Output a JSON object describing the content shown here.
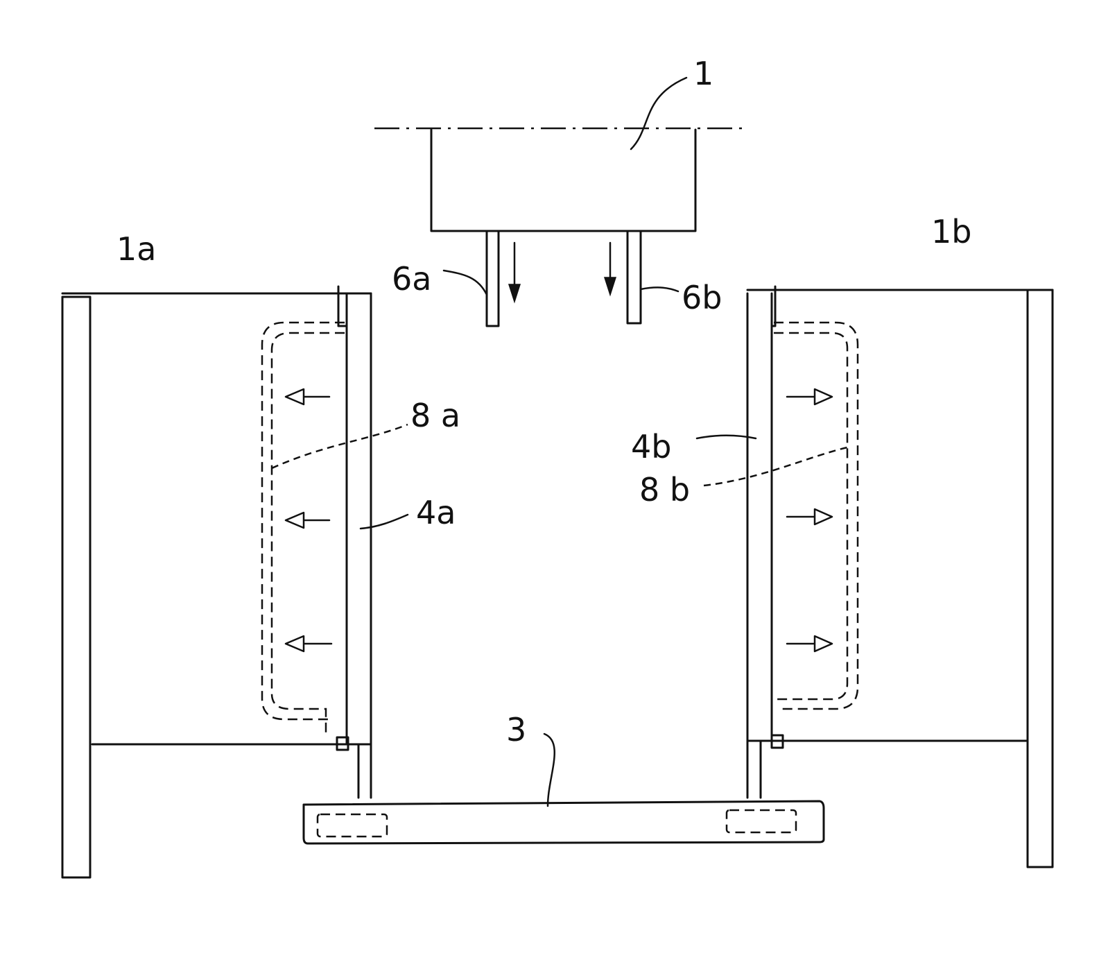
{
  "figure": {
    "labels": {
      "part_1": "1",
      "part_1a": "1a",
      "part_1b": "1b",
      "part_3": "3",
      "part_4a": "4a",
      "part_4b": "4b",
      "part_6a": "6a",
      "part_6b": "6b",
      "part_8a": "8 a",
      "part_8b": "8 b"
    },
    "colors": {
      "line": "#111111",
      "background": "#ffffff"
    }
  }
}
